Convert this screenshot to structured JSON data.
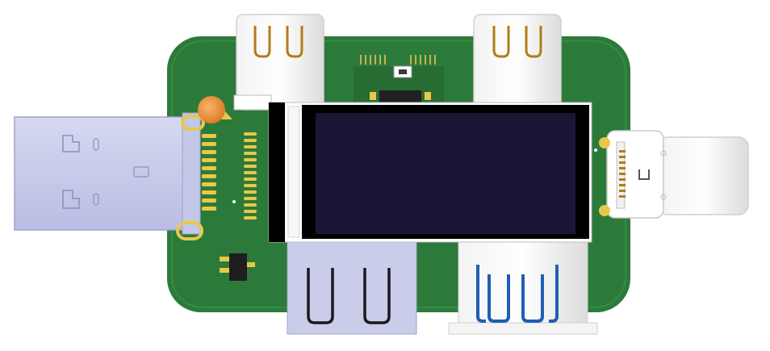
{
  "scene": {
    "subject": "",
    "colors": {
      "pcb": "#2c7a3a",
      "pcb_edge": "#1f5f2c",
      "pad": "#e8c84a",
      "usb_a_body": "#c9cdea",
      "usb_a_shadow": "#9ea3cc",
      "usb3_blue": "#1f5fb3",
      "display_frame": "#ffffff",
      "display_glass": "#1a1736",
      "display_border": "#000000",
      "led": "#e88b2e"
    },
    "parts": [
      "usb-a-plug-left",
      "usb-c-receptacle-top-left",
      "usb-c-receptacle-top-right",
      "usb-c-plug-right",
      "usb-a-receptacle-bottom-left",
      "usb3-a-receptacle-bottom-right",
      "oled-display",
      "status-led",
      "sot23-transistor"
    ]
  }
}
